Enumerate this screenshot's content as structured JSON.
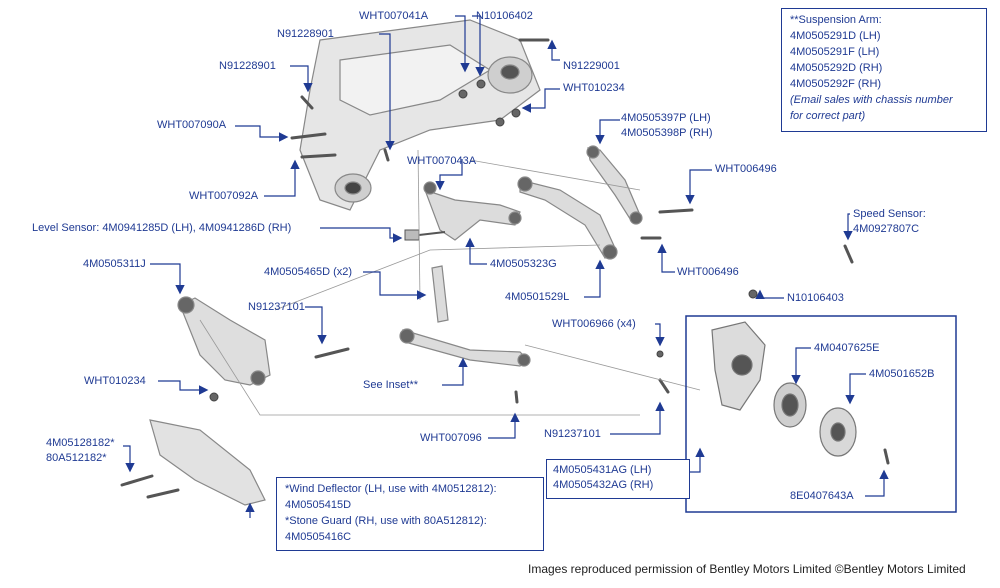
{
  "labels": {
    "wht007041a": "WHT007041A",
    "n10106402": "N10106402",
    "n91228901_a": "N91228901",
    "n91228901_b": "N91228901",
    "n91229001": "N91229001",
    "wht010234_top": "WHT010234",
    "wht007090a": "WHT007090A",
    "p4m0505397p": "4M0505397P (LH)",
    "p4m0505398p": "4M0505398P (RH)",
    "wht007043a": "WHT007043A",
    "wht006496_a": "WHT006496",
    "wht007092a": "WHT007092A",
    "level_sensor": "Level Sensor: 4M0941285D (LH), 4M0941286D (RH)",
    "speed_sensor_title": "Speed Sensor:",
    "speed_sensor_part": "4M0927807C",
    "p4m0505323g": "4M0505323G",
    "wht006496_b": "WHT006496",
    "p4m0505311j": "4M0505311J",
    "p4m0505465d": "4M0505465D (x2)",
    "p4m0501529l": "4M0501529L",
    "n10106403": "N10106403",
    "n91237101_a": "N91237101",
    "wht006966": "WHT006966 (x4)",
    "p4m0407625e": "4M0407625E",
    "p4m0501652b": "4M0501652B",
    "wht010234_left": "WHT010234",
    "see_inset": "See Inset**",
    "p4m05128182": "4M05128182*",
    "p80a512182": "80A512182*",
    "wht007096": "WHT007096",
    "n91237101_b": "N91237101",
    "p4m0505431ag": "4M0505431AG (LH)",
    "p4m0505432ag": "4M0505432AG (RH)",
    "p8e0407643a": "8E0407643A"
  },
  "suspension_box": {
    "title": "**Suspension Arm:",
    "parts": [
      "4M0505291D (LH)",
      "4M0505291F (LH)",
      "4M0505292D (RH)",
      "4M0505292F (RH)"
    ],
    "note_1": "(Email sales with chassis number",
    "note_2": "for correct part)"
  },
  "deflector_box": {
    "line_1": "*Wind Deflector (LH, use with 4M0512812):",
    "line_2": "4M0505415D",
    "line_3": "*Stone Guard (RH, use with 80A512812):",
    "line_4": "4M0505416C"
  },
  "credit": "Images reproduced permission of Bentley Motors Limited ©Bentley Motors Limited",
  "colors": {
    "label": "#1f3a93",
    "parts": "#9a9a9a",
    "credit": "#222222"
  }
}
